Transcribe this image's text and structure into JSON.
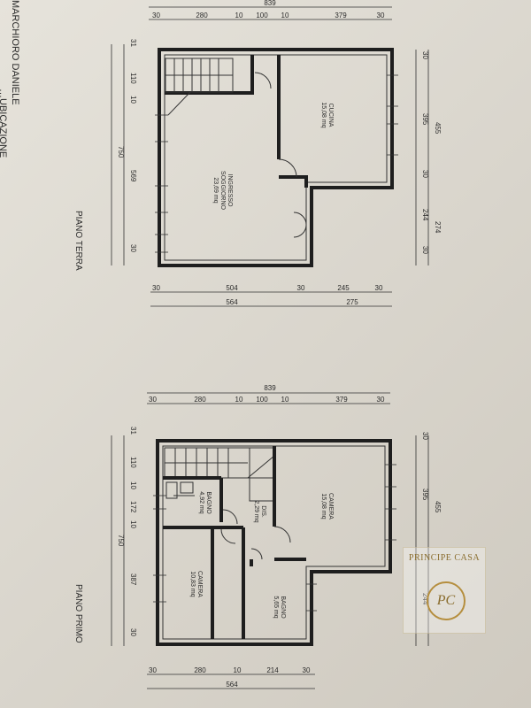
{
  "owner": {
    "name": "MARCHIORO DANIELE",
    "subtitle": "…UBICAZIONE"
  },
  "floors": [
    {
      "title": "PIANO TERRA",
      "top_dims": [
        "30",
        "280",
        "10",
        "100",
        "10",
        "379",
        "30"
      ],
      "top_total": "839",
      "bottom_dims": [
        "30",
        "504",
        "30",
        "245",
        "30"
      ],
      "bottom_totals": [
        "564",
        "275"
      ],
      "left_dims": [
        "31",
        "110",
        "10",
        "569",
        "30"
      ],
      "left_total": "750",
      "right_dims": [
        "30",
        "395",
        "30",
        "244",
        "30"
      ],
      "right_totals": [
        "455",
        "274"
      ],
      "rooms": [
        {
          "name": "CUCINA",
          "area": "15,08 mq"
        },
        {
          "name": "INGRESSO",
          "name2": "SOGGIORNO",
          "area": "23,69 mq"
        }
      ]
    },
    {
      "title": "PIANO PRIMO",
      "top_dims": [
        "30",
        "280",
        "10",
        "100",
        "10",
        "379",
        "30"
      ],
      "top_total": "839",
      "bottom_dims": [
        "30",
        "280",
        "10",
        "214",
        "30"
      ],
      "bottom_total": "564",
      "left_dims": [
        "31",
        "110",
        "10",
        "172",
        "10",
        "387",
        "30"
      ],
      "left_total": "750",
      "right_dims": [
        "30",
        "395",
        "244"
      ],
      "right_totals": [
        "455"
      ],
      "rooms": [
        {
          "name": "CAMERA",
          "area": "15,08 mq"
        },
        {
          "name": "BAGNO",
          "area": "4,92 mq"
        },
        {
          "name": "DIS.",
          "area": "2,29 mq"
        },
        {
          "name": "CAMERA",
          "area": "10,83 mq"
        },
        {
          "name": "BAGNO",
          "area": "5,65 mq"
        }
      ]
    }
  ],
  "watermark": {
    "brand": "PRINCIPE CASA",
    "monogram": "PC"
  }
}
